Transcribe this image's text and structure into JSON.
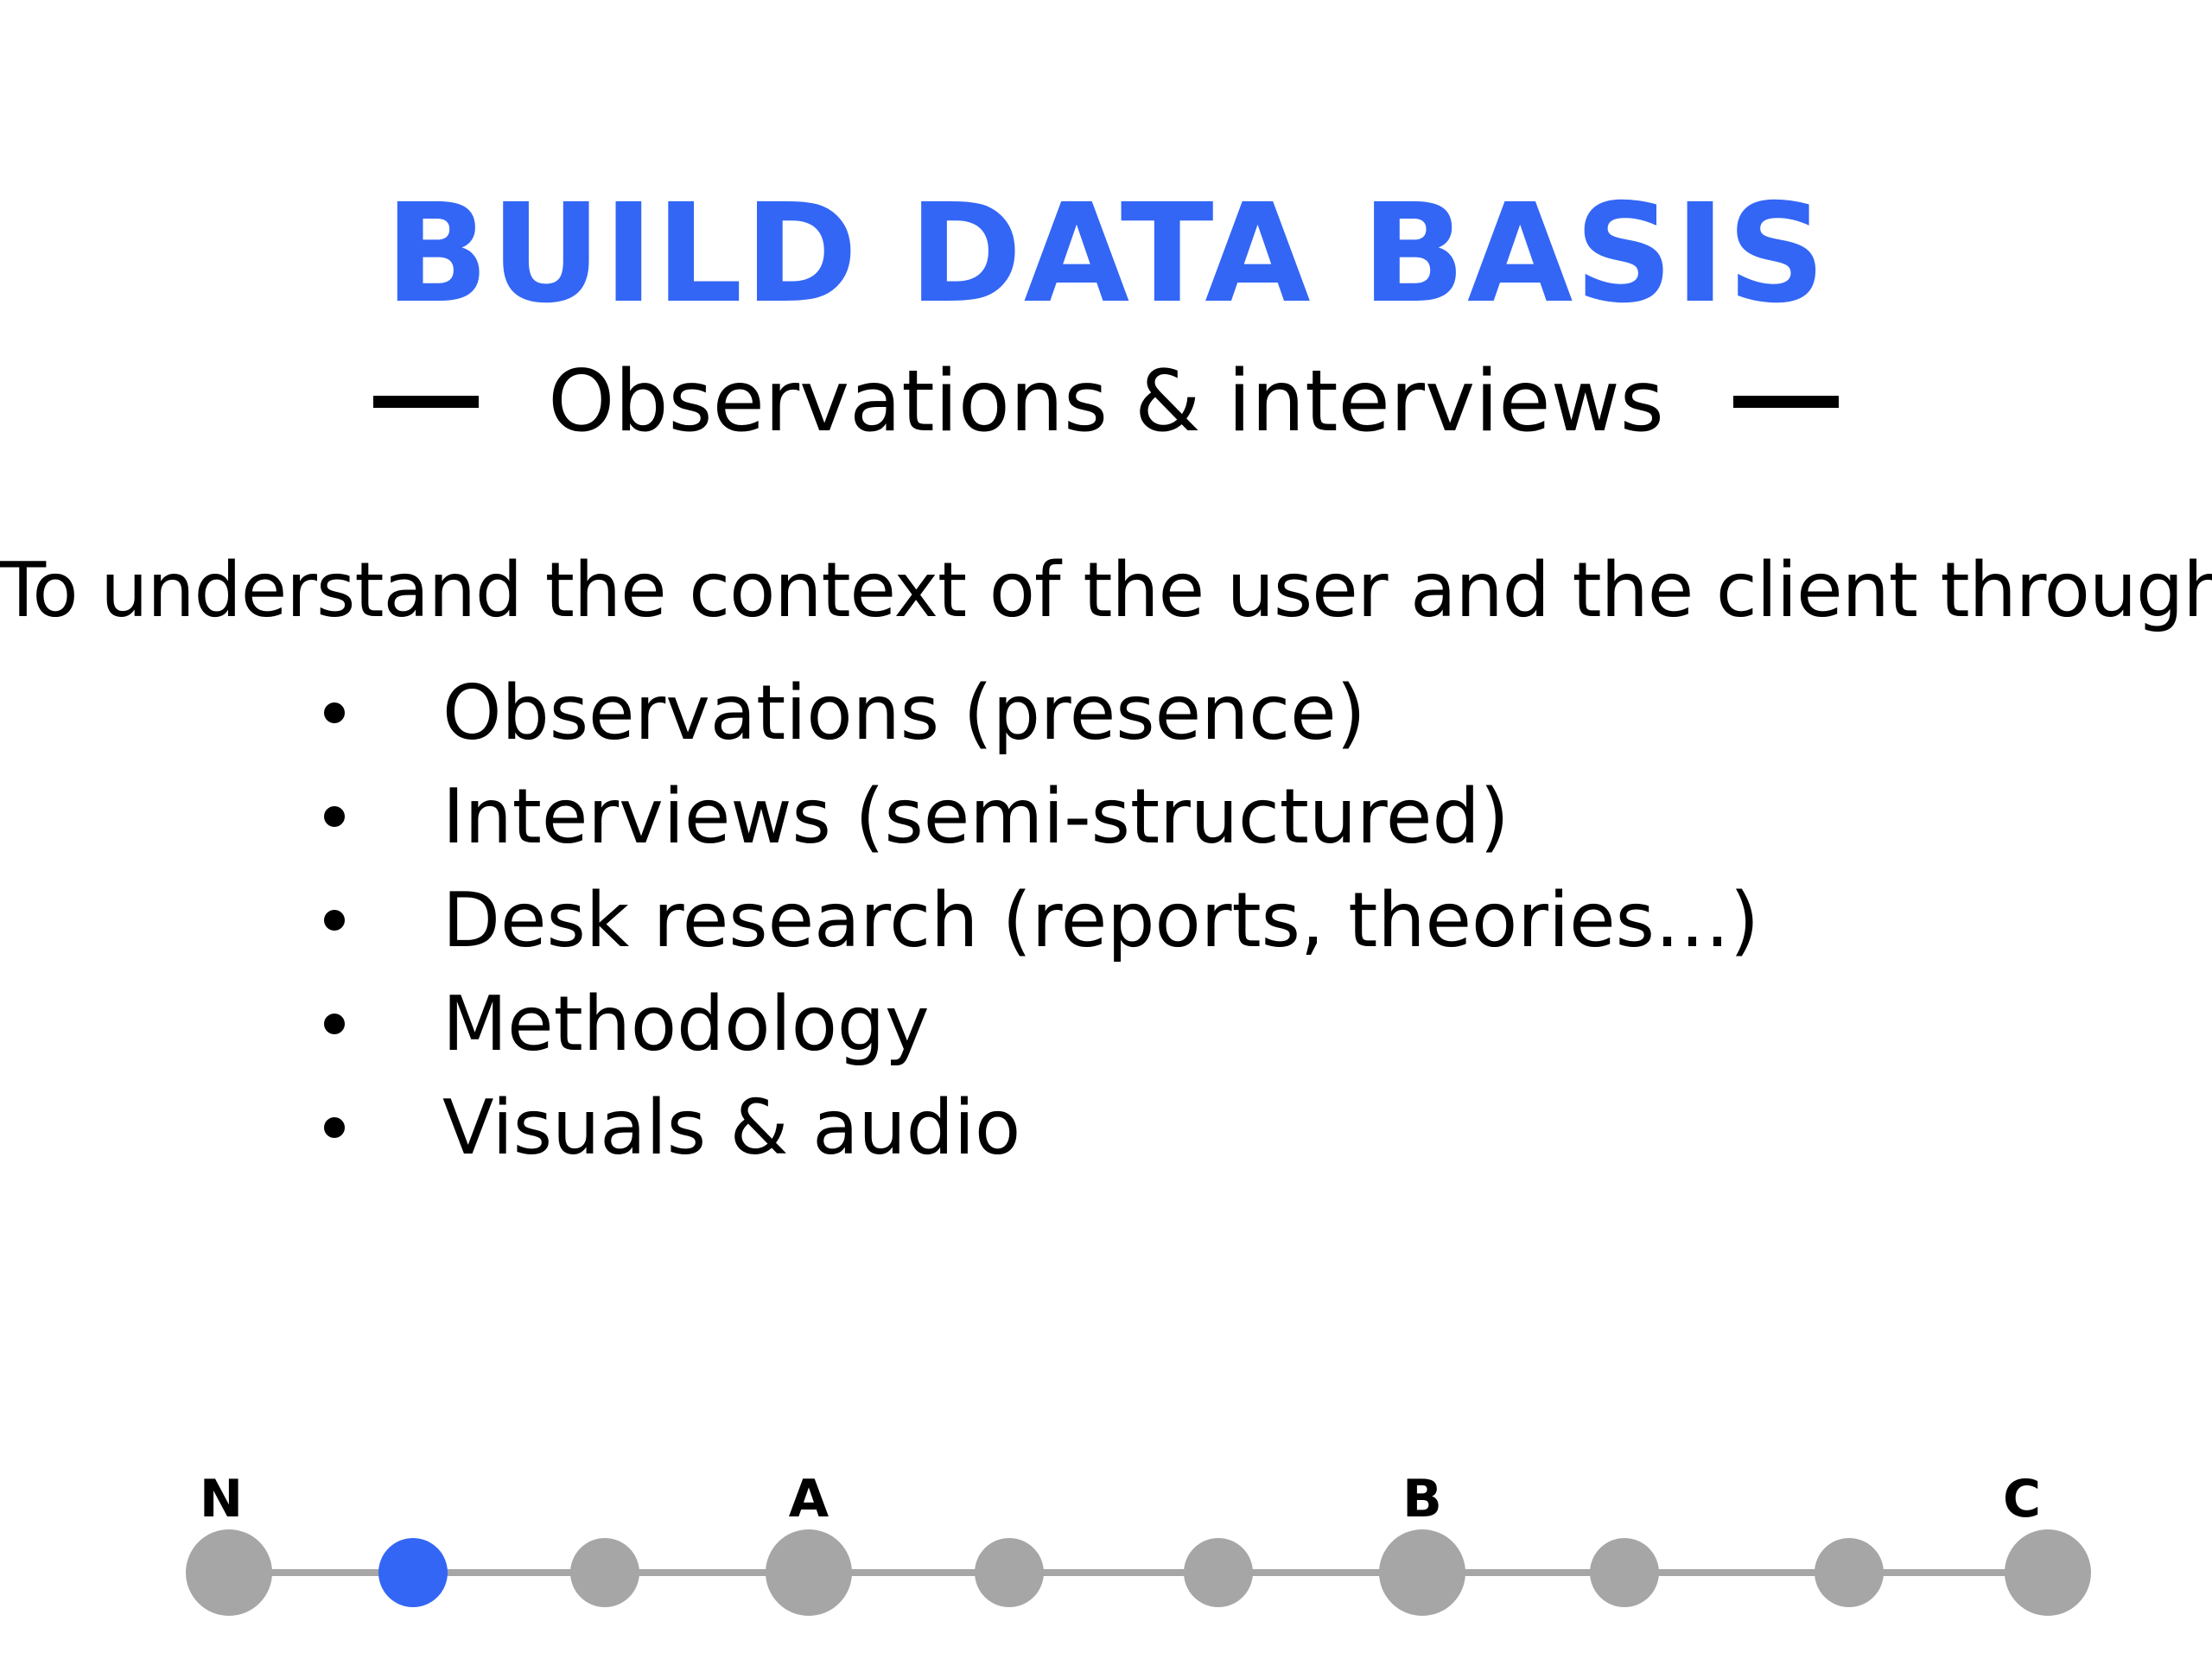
{
  "slide": {
    "title": "BUILD DATA BASIS",
    "subtitle": "Observations & interviews",
    "intro": "To understand the context of the user and the client through",
    "bullets": [
      "Observations (presence)",
      "Interviews (semi-structured)",
      "Desk research (reports, theories…)",
      "Methodology",
      "Visuals & audio"
    ]
  },
  "timeline": {
    "labels": [
      "N",
      "A",
      "B",
      "C"
    ],
    "active_step": 1,
    "total_steps": 10
  },
  "colors": {
    "accent": "#3366F5",
    "node": "#A6A6A6",
    "line": "#A6A6A6",
    "text": "#000000"
  }
}
